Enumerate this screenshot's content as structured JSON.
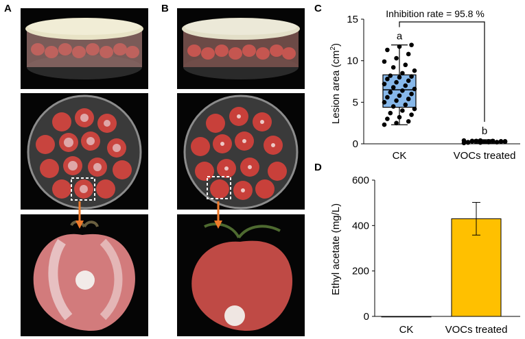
{
  "panels": {
    "a": "A",
    "b": "B",
    "c": "C",
    "d": "D"
  },
  "colors": {
    "box_fill": "#87b8ea",
    "bar_fill": "#ffc000",
    "tomato": "#c8443e",
    "tomato_diseased": "#d27b7c",
    "arrow": "#f07a2a"
  },
  "chart_data": [
    {
      "type": "box",
      "panel": "C",
      "ylabel": "Lesion area (cm",
      "ylabel_sup": "2",
      "ylabel_end": ")",
      "ylim": [
        0,
        15
      ],
      "yticks": [
        "0",
        "5",
        "10",
        "15"
      ],
      "categories": [
        "CK",
        "VOCs treated"
      ],
      "annotation": "Inhibition rate = 95.8 %",
      "significance": [
        "a",
        "b"
      ],
      "boxes": [
        {
          "name": "CK",
          "min": 2.3,
          "q1": 4.4,
          "median": 6.5,
          "q3": 8.3,
          "max": 11.9
        },
        {
          "name": "VOCs treated",
          "min": 0.05,
          "q1": 0.15,
          "median": 0.25,
          "q3": 0.35,
          "max": 0.5
        }
      ],
      "points": [
        [
          2.3,
          2.5,
          2.7,
          3.0,
          3.2,
          3.5,
          3.7,
          4.0,
          4.2,
          4.5,
          4.7,
          5.0,
          5.2,
          5.4,
          5.6,
          5.8,
          6.0,
          6.2,
          6.4,
          6.6,
          6.8,
          7.0,
          7.2,
          7.4,
          7.6,
          7.8,
          8.0,
          8.1,
          8.2,
          8.5,
          8.8,
          9.2,
          9.5,
          9.9,
          10.3,
          10.8,
          11.3,
          11.7,
          11.9
        ],
        [
          0.1,
          0.15,
          0.2,
          0.2,
          0.25,
          0.25,
          0.3,
          0.3,
          0.3,
          0.35,
          0.35,
          0.4,
          0.4,
          0.2,
          0.15,
          0.25,
          0.3,
          0.35,
          0.2,
          0.25
        ]
      ]
    },
    {
      "type": "bar",
      "panel": "D",
      "ylabel": "Ethyl acetate (mg/L)",
      "ylim": [
        0,
        600
      ],
      "yticks": [
        "0",
        "200",
        "400",
        "600"
      ],
      "categories": [
        "CK",
        "VOCs treated"
      ],
      "values": [
        0,
        430
      ],
      "errors": [
        0,
        72
      ]
    }
  ]
}
